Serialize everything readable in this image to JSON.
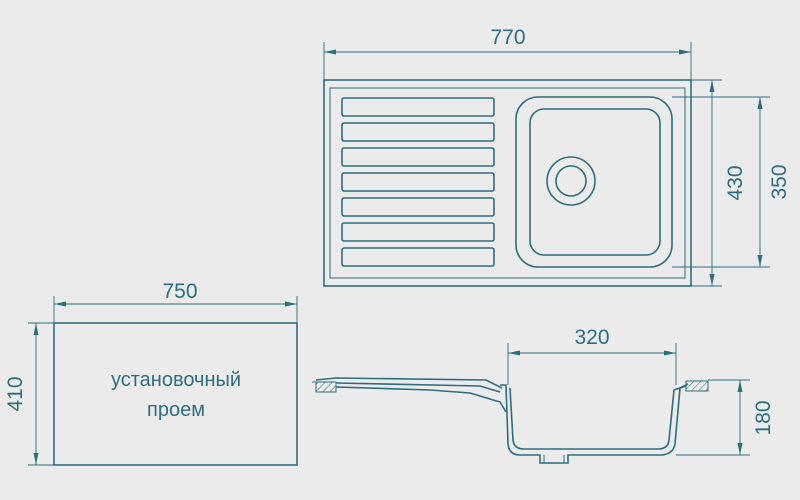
{
  "top_view": {
    "width_label": "770",
    "height_outer_label": "430",
    "height_bowl_label": "350"
  },
  "cutout": {
    "width_label": "750",
    "height_label": "410",
    "caption_line1": "установочный",
    "caption_line2": "проем"
  },
  "section": {
    "bowl_width_label": "320",
    "depth_label": "180"
  },
  "colors": {
    "background": "#ebebeb",
    "line": "#2f6e7d"
  }
}
